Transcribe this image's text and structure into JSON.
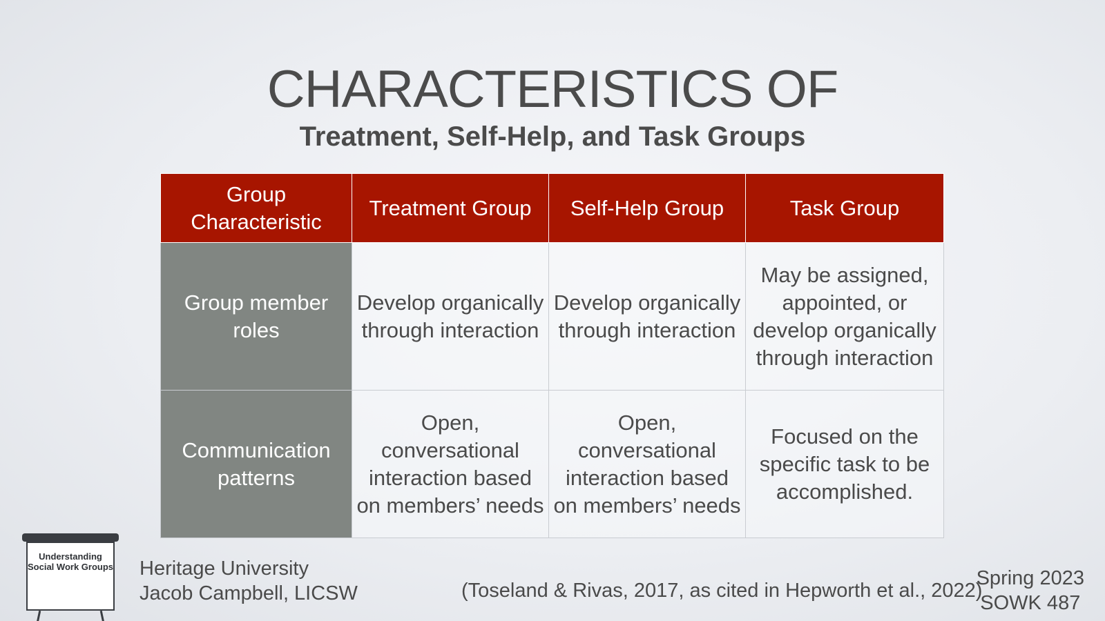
{
  "slide": {
    "title": "CHARACTERISTICS OF",
    "subtitle": "Treatment, Self-Help, and Task Groups"
  },
  "table": {
    "headers": [
      "Group Characteristic",
      "Treatment Group",
      "Self-Help Group",
      "Task Group"
    ],
    "rows": [
      {
        "label": "Group member roles",
        "cells": [
          "Develop organically through interaction",
          "Develop organically through interaction",
          "May be assigned, appointed, or develop organically through interaction"
        ]
      },
      {
        "label": "Communication patterns",
        "cells": [
          "Open, conversational interaction based on members’ needs",
          "Open, conversational interaction based on members’ needs",
          "Focused on the specific task to be accomplished."
        ]
      }
    ],
    "colors": {
      "header_bg": "#a71500",
      "rowhead_bg": "#818682"
    }
  },
  "logo": {
    "text": "Understanding Social Work Groups",
    "icon": "easel-board-icon"
  },
  "footer": {
    "institution": "Heritage University",
    "author": "Jacob Campbell, LICSW",
    "citation": "(Toseland & Rivas, 2017, as cited in Hepworth et al., 2022)",
    "term": "Spring 2023",
    "course": "SOWK 487"
  }
}
